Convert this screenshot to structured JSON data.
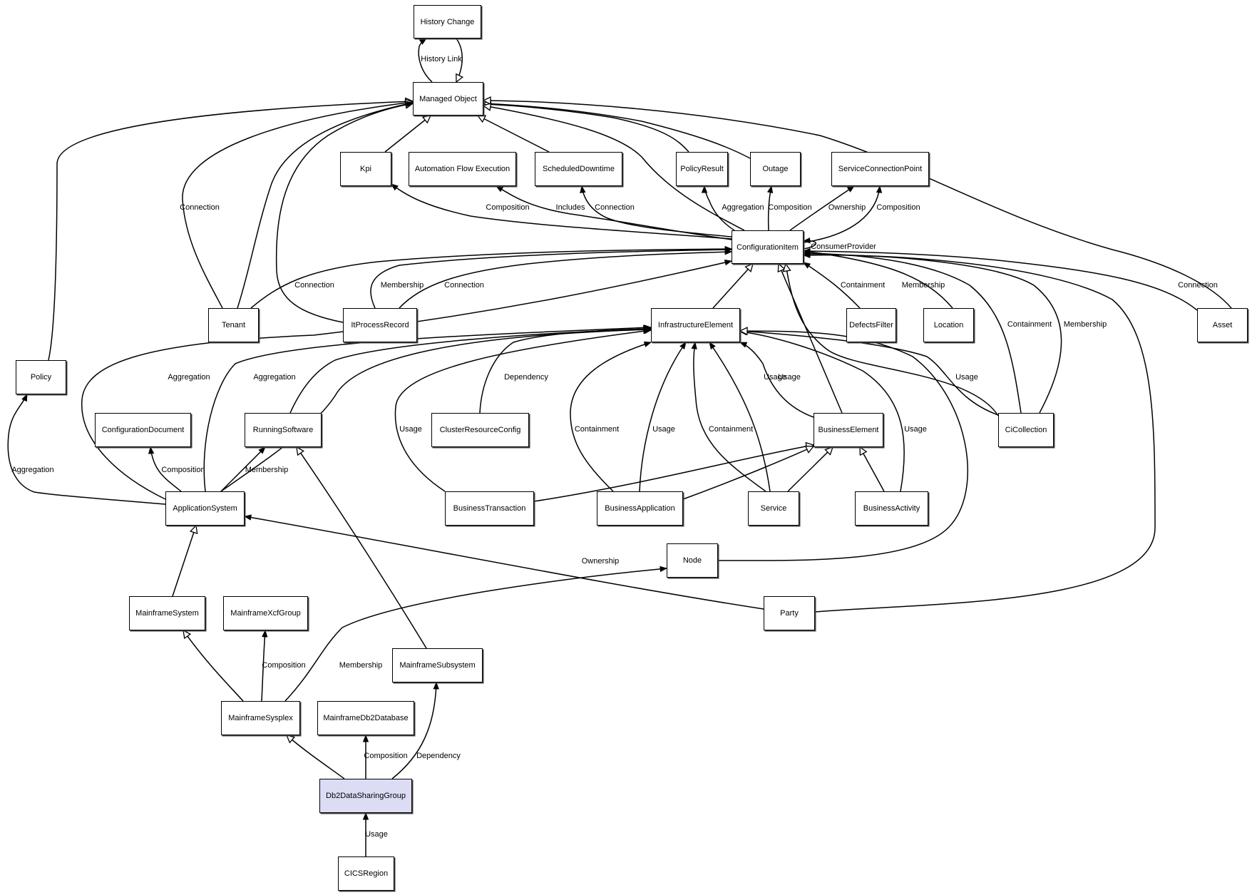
{
  "diagram": {
    "nodes": [
      {
        "id": "history_change",
        "label": "History Change"
      },
      {
        "id": "managed_object",
        "label": "Managed Object"
      },
      {
        "id": "kpi",
        "label": "Kpi"
      },
      {
        "id": "automation_flow_execution",
        "label": "Automation Flow Execution"
      },
      {
        "id": "scheduled_downtime",
        "label": "ScheduledDowntime"
      },
      {
        "id": "policy_result",
        "label": "PolicyResult"
      },
      {
        "id": "outage",
        "label": "Outage"
      },
      {
        "id": "service_connection_point",
        "label": "ServiceConnectionPoint"
      },
      {
        "id": "configuration_item",
        "label": "ConfigurationItem"
      },
      {
        "id": "tenant",
        "label": "Tenant"
      },
      {
        "id": "it_process_record",
        "label": "ItProcessRecord"
      },
      {
        "id": "infrastructure_element",
        "label": "InfrastructureElement"
      },
      {
        "id": "defects_filter",
        "label": "DefectsFilter"
      },
      {
        "id": "location",
        "label": "Location"
      },
      {
        "id": "asset",
        "label": "Asset"
      },
      {
        "id": "policy",
        "label": "Policy"
      },
      {
        "id": "configuration_document",
        "label": "ConfigurationDocument"
      },
      {
        "id": "running_software",
        "label": "RunningSoftware"
      },
      {
        "id": "cluster_resource_config",
        "label": "ClusterResourceConfig"
      },
      {
        "id": "business_element",
        "label": "BusinessElement"
      },
      {
        "id": "ci_collection",
        "label": "CiCollection"
      },
      {
        "id": "application_system",
        "label": "ApplicationSystem"
      },
      {
        "id": "business_transaction",
        "label": "BusinessTransaction"
      },
      {
        "id": "business_application",
        "label": "BusinessApplication"
      },
      {
        "id": "service",
        "label": "Service"
      },
      {
        "id": "business_activity",
        "label": "BusinessActivity"
      },
      {
        "id": "node",
        "label": "Node"
      },
      {
        "id": "mainframe_system",
        "label": "MainframeSystem"
      },
      {
        "id": "mainframe_xcf_group",
        "label": "MainframeXcfGroup"
      },
      {
        "id": "party",
        "label": "Party"
      },
      {
        "id": "mainframe_subsystem",
        "label": "MainframeSubsystem"
      },
      {
        "id": "mainframe_sysplex",
        "label": "MainframeSysplex"
      },
      {
        "id": "mainframe_db2_database",
        "label": "MainframeDb2Database"
      },
      {
        "id": "db2_data_sharing_group",
        "label": "Db2DataSharingGroup",
        "highlight": true
      },
      {
        "id": "cics_region",
        "label": "CICSRegion"
      }
    ],
    "edges": [
      {
        "id": "e_history_link",
        "from": "managed_object",
        "to": "history_change",
        "kind": "association",
        "label": "History Link"
      },
      {
        "id": "e_hc_inherit",
        "from": "history_change",
        "to": "managed_object",
        "kind": "inheritance",
        "label": ""
      },
      {
        "id": "e_kpi_inherit",
        "from": "kpi",
        "to": "managed_object",
        "kind": "inheritance",
        "label": ""
      },
      {
        "id": "e_sd_inherit",
        "from": "scheduled_downtime",
        "to": "managed_object",
        "kind": "inheritance",
        "label": ""
      },
      {
        "id": "e_pr_inherit",
        "from": "policy_result",
        "to": "managed_object",
        "kind": "inheritance",
        "label": ""
      },
      {
        "id": "e_outage_inherit",
        "from": "outage",
        "to": "managed_object",
        "kind": "inheritance",
        "label": ""
      },
      {
        "id": "e_ci_inherit",
        "from": "configuration_item",
        "to": "managed_object",
        "kind": "inheritance",
        "label": ""
      },
      {
        "id": "e_asset_inherit",
        "from": "asset",
        "to": "managed_object",
        "kind": "inheritance",
        "label": ""
      },
      {
        "id": "e_policy_inherit",
        "from": "policy",
        "to": "managed_object",
        "kind": "inheritance",
        "label": ""
      },
      {
        "id": "e_tenant_inherit",
        "from": "tenant",
        "to": "managed_object",
        "kind": "inheritance",
        "label": ""
      },
      {
        "id": "e_itpr_inherit",
        "from": "it_process_record",
        "to": "managed_object",
        "kind": "inheritance",
        "label": ""
      },
      {
        "id": "e_tenant_conn_mo",
        "from": "tenant",
        "to": "managed_object",
        "kind": "association",
        "label": "Connection"
      },
      {
        "id": "e_ci_kpi",
        "from": "configuration_item",
        "to": "kpi",
        "kind": "association",
        "label": "Composition"
      },
      {
        "id": "e_ci_afe",
        "from": "configuration_item",
        "to": "automation_flow_execution",
        "kind": "association",
        "label": "Includes"
      },
      {
        "id": "e_ci_sd",
        "from": "configuration_item",
        "to": "scheduled_downtime",
        "kind": "association",
        "label": "Connection"
      },
      {
        "id": "e_ci_pr",
        "from": "configuration_item",
        "to": "policy_result",
        "kind": "association",
        "label": "Aggregation"
      },
      {
        "id": "e_ci_outage",
        "from": "configuration_item",
        "to": "outage",
        "kind": "association",
        "label": "Composition"
      },
      {
        "id": "e_ci_scp_own",
        "from": "configuration_item",
        "to": "service_connection_point",
        "kind": "association",
        "label": "Ownership"
      },
      {
        "id": "e_ci_scp_comp",
        "from": "configuration_item",
        "to": "service_connection_point",
        "kind": "association",
        "label": "Composition"
      },
      {
        "id": "e_ci_self",
        "from": "configuration_item",
        "to": "configuration_item",
        "kind": "association",
        "label": "ConsumerProvider"
      },
      {
        "id": "e_tenant_ci",
        "from": "tenant",
        "to": "configuration_item",
        "kind": "association",
        "label": "Connection"
      },
      {
        "id": "e_itpr_ci_mem",
        "from": "it_process_record",
        "to": "configuration_item",
        "kind": "association",
        "label": "Membership"
      },
      {
        "id": "e_itpr_ci_conn",
        "from": "it_process_record",
        "to": "configuration_item",
        "kind": "association",
        "label": "Connection"
      },
      {
        "id": "e_ie_inherit",
        "from": "infrastructure_element",
        "to": "configuration_item",
        "kind": "inheritance",
        "label": ""
      },
      {
        "id": "e_df_ci",
        "from": "defects_filter",
        "to": "configuration_item",
        "kind": "association",
        "label": "Containment"
      },
      {
        "id": "e_loc_ci",
        "from": "location",
        "to": "configuration_item",
        "kind": "association",
        "label": "Membership"
      },
      {
        "id": "e_asset_ci",
        "from": "asset",
        "to": "configuration_item",
        "kind": "association",
        "label": "Connection"
      },
      {
        "id": "e_be_inherit",
        "from": "business_element",
        "to": "configuration_item",
        "kind": "inheritance",
        "label": ""
      },
      {
        "id": "e_cic_inherit",
        "from": "ci_collection",
        "to": "configuration_item",
        "kind": "inheritance",
        "label": ""
      },
      {
        "id": "e_cic_ci_cont",
        "from": "ci_collection",
        "to": "configuration_item",
        "kind": "association",
        "label": "Containment"
      },
      {
        "id": "e_cic_ci_mem",
        "from": "ci_collection",
        "to": "configuration_item",
        "kind": "association",
        "label": "Membership"
      },
      {
        "id": "e_party_ci",
        "from": "party",
        "to": "configuration_item",
        "kind": "association",
        "label": ""
      },
      {
        "id": "e_as_ci",
        "from": "application_system",
        "to": "configuration_item",
        "kind": "association",
        "label": "Aggregation"
      },
      {
        "id": "e_as_ie",
        "from": "application_system",
        "to": "infrastructure_element",
        "kind": "association",
        "label": "Aggregation"
      },
      {
        "id": "e_rs_inherit",
        "from": "running_software",
        "to": "infrastructure_element",
        "kind": "inheritance",
        "label": ""
      },
      {
        "id": "e_as_inherit",
        "from": "application_system",
        "to": "infrastructure_element",
        "kind": "inheritance",
        "label": ""
      },
      {
        "id": "e_crc_ie",
        "from": "cluster_resource_config",
        "to": "infrastructure_element",
        "kind": "association",
        "label": "Dependency"
      },
      {
        "id": "e_bt_ie",
        "from": "business_transaction",
        "to": "infrastructure_element",
        "kind": "association",
        "label": "Usage"
      },
      {
        "id": "e_ba_ie_cont",
        "from": "business_application",
        "to": "infrastructure_element",
        "kind": "association",
        "label": "Containment"
      },
      {
        "id": "e_ba_ie_usage",
        "from": "business_application",
        "to": "infrastructure_element",
        "kind": "association",
        "label": "Usage"
      },
      {
        "id": "e_svc_ie_cont",
        "from": "service",
        "to": "infrastructure_element",
        "kind": "association",
        "label": "Containment"
      },
      {
        "id": "e_svc_ie_usage",
        "from": "service",
        "to": "infrastructure_element",
        "kind": "association",
        "label": "Usage"
      },
      {
        "id": "e_be_ie",
        "from": "business_element",
        "to": "infrastructure_element",
        "kind": "association",
        "label": "Usage"
      },
      {
        "id": "e_bact_ie",
        "from": "business_activity",
        "to": "infrastructure_element",
        "kind": "association",
        "label": "Usage"
      },
      {
        "id": "e_cic_ie",
        "from": "ci_collection",
        "to": "infrastructure_element",
        "kind": "association",
        "label": "Usage"
      },
      {
        "id": "e_node_ie",
        "from": "node",
        "to": "infrastructure_element",
        "kind": "inheritance",
        "label": ""
      },
      {
        "id": "e_bt_inherit",
        "from": "business_transaction",
        "to": "business_element",
        "kind": "inheritance",
        "label": ""
      },
      {
        "id": "e_bapp_inherit",
        "from": "business_application",
        "to": "business_element",
        "kind": "inheritance",
        "label": ""
      },
      {
        "id": "e_svc_inherit",
        "from": "service",
        "to": "business_element",
        "kind": "inheritance",
        "label": ""
      },
      {
        "id": "e_bact_inherit",
        "from": "business_activity",
        "to": "business_element",
        "kind": "inheritance",
        "label": ""
      },
      {
        "id": "e_as_policy",
        "from": "application_system",
        "to": "policy",
        "kind": "association",
        "label": "Aggregation"
      },
      {
        "id": "e_as_cd",
        "from": "application_system",
        "to": "configuration_document",
        "kind": "association",
        "label": "Composition"
      },
      {
        "id": "e_as_rs",
        "from": "application_system",
        "to": "running_software",
        "kind": "association",
        "label": "Membership"
      },
      {
        "id": "e_party_as",
        "from": "party",
        "to": "application_system",
        "kind": "association",
        "label": "Ownership"
      },
      {
        "id": "e_ms_inherit",
        "from": "mainframe_system",
        "to": "application_system",
        "kind": "inheritance",
        "label": ""
      },
      {
        "id": "e_msub_inherit",
        "from": "mainframe_subsystem",
        "to": "running_software",
        "kind": "inheritance",
        "label": ""
      },
      {
        "id": "e_msp_inherit",
        "from": "mainframe_sysplex",
        "to": "mainframe_system",
        "kind": "inheritance",
        "label": ""
      },
      {
        "id": "e_msp_xcf",
        "from": "mainframe_sysplex",
        "to": "mainframe_xcf_group",
        "kind": "association",
        "label": "Composition"
      },
      {
        "id": "e_msp_node",
        "from": "mainframe_sysplex",
        "to": "node",
        "kind": "association",
        "label": "Membership"
      },
      {
        "id": "e_dsg_inherit",
        "from": "db2_data_sharing_group",
        "to": "mainframe_sysplex",
        "kind": "inheritance",
        "label": ""
      },
      {
        "id": "e_dsg_db2",
        "from": "db2_data_sharing_group",
        "to": "mainframe_db2_database",
        "kind": "association",
        "label": "Composition"
      },
      {
        "id": "e_dsg_msub",
        "from": "db2_data_sharing_group",
        "to": "mainframe_subsystem",
        "kind": "association",
        "label": "Dependency"
      },
      {
        "id": "e_cics_dsg",
        "from": "cics_region",
        "to": "db2_data_sharing_group",
        "kind": "association",
        "label": "Usage"
      }
    ]
  }
}
